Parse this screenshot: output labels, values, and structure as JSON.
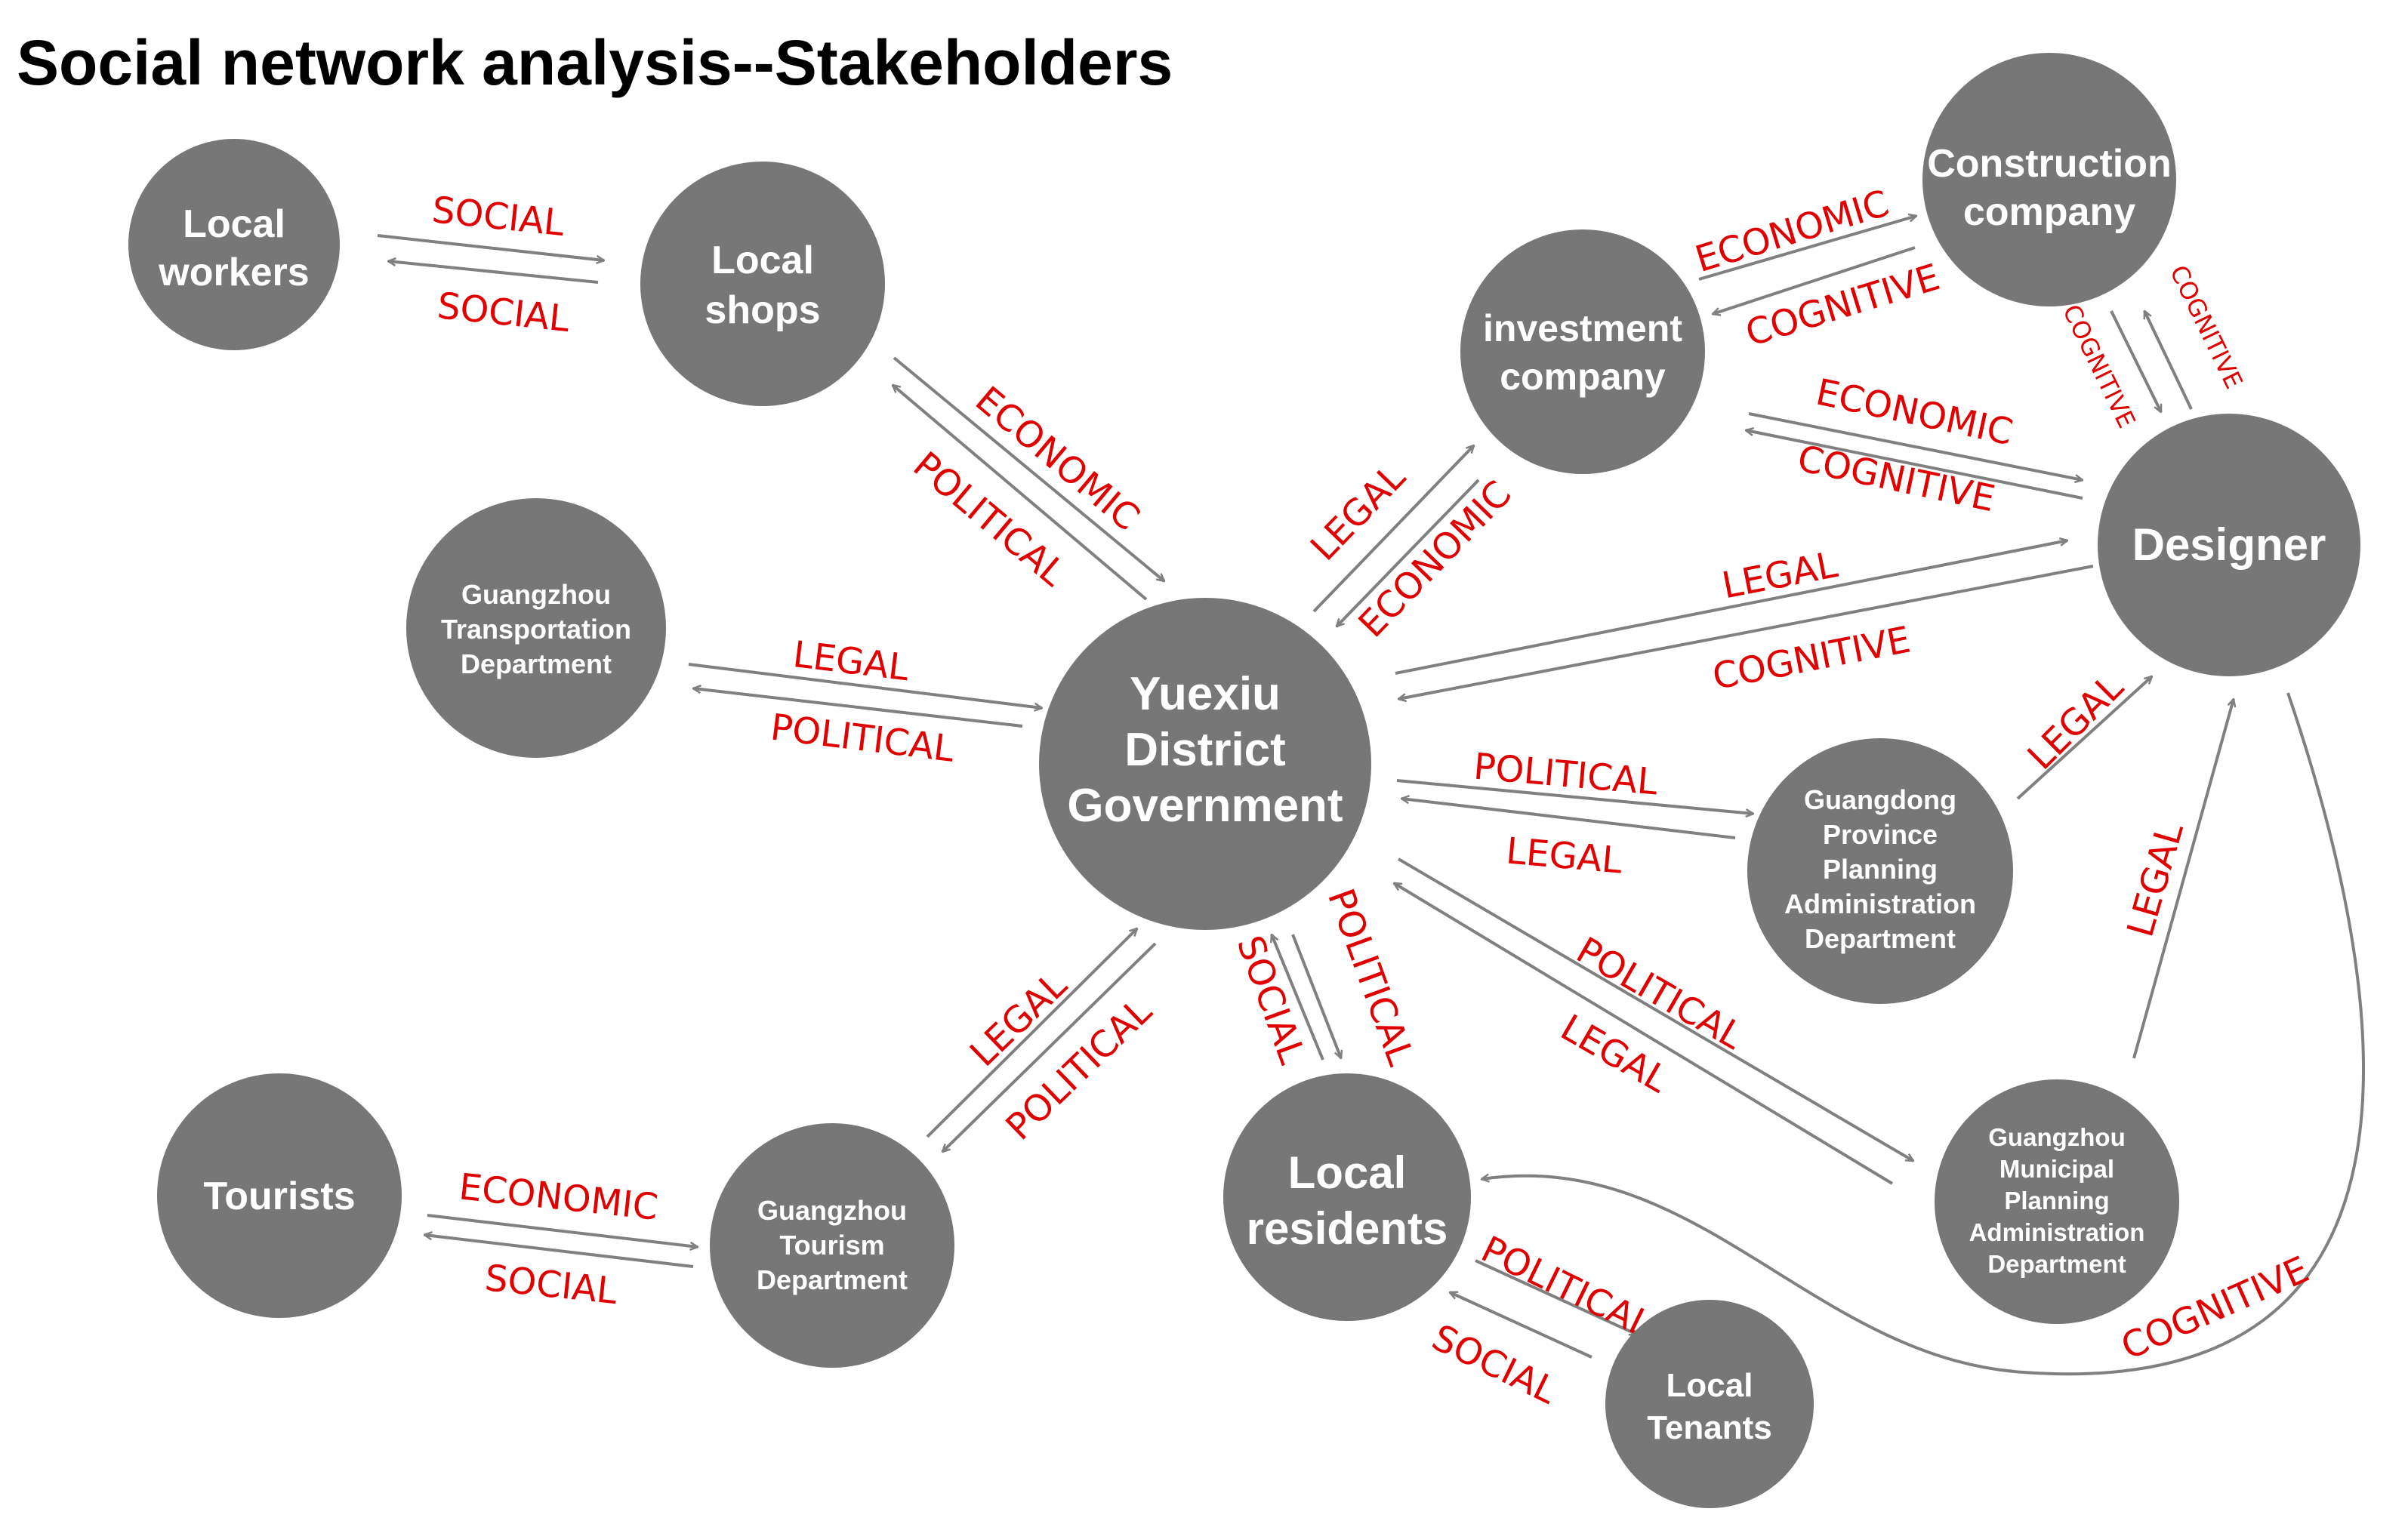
{
  "title": "Social network analysis--Stakeholders",
  "nodes": {
    "local_workers": "Local workers",
    "local_shops": "Local shops",
    "investment_company": "investment company",
    "construction_company": "Construction company",
    "designer": "Designer",
    "transport_dept": "Guangzhou Transportation Department",
    "yuexiu_gov": "Yuexiu District Government",
    "gd_planning": "Guangdong Province Planning Administration Department",
    "gz_planning": "Guangzhou Municipal Planning Administration Department",
    "tourists": "Tourists",
    "tourism_dept": "Guangzhou Tourism Department",
    "local_residents": "Local residents",
    "local_tenants": "Local Tenants"
  },
  "relations": {
    "workers_to_shops": "SOCIAL",
    "shops_to_workers": "SOCIAL",
    "shops_to_gov": "ECONOMIC",
    "gov_to_shops": "POLITICAL",
    "gov_to_investment": "LEGAL",
    "investment_to_gov": "ECONOMIC",
    "investment_to_construction": "ECONOMIC",
    "construction_to_investment": "COGNITIVE",
    "investment_to_designer": "ECONOMIC",
    "designer_to_investment": "COGNITIVE",
    "construction_to_designer": "COGNITIVE",
    "designer_to_construction": "COGNITIVE",
    "gov_to_designer": "LEGAL",
    "designer_to_gov": "COGNITIVE",
    "transport_to_gov": "LEGAL",
    "gov_to_transport": "POLITICAL",
    "gov_to_gd_planning": "POLITICAL",
    "gd_planning_to_gov": "LEGAL",
    "gd_planning_to_designer": "LEGAL",
    "gov_to_gz_planning": "POLITICAL",
    "gz_planning_to_gov": "LEGAL",
    "gz_planning_to_designer": "LEGAL",
    "gov_to_residents": "POLITICAL",
    "residents_to_gov": "SOCIAL",
    "tourism_to_gov": "LEGAL",
    "gov_to_tourism": "POLITICAL",
    "tourists_to_tourism": "ECONOMIC",
    "tourism_to_tourists": "SOCIAL",
    "residents_to_tenants": "POLITICAL",
    "tenants_to_residents": "SOCIAL",
    "designer_to_residents": "COGNITIVE"
  },
  "colors": {
    "node_fill": "#777777",
    "node_text": "#ffffff",
    "edge": "#808080",
    "relation_label": "#e00000",
    "title": "#000000"
  }
}
